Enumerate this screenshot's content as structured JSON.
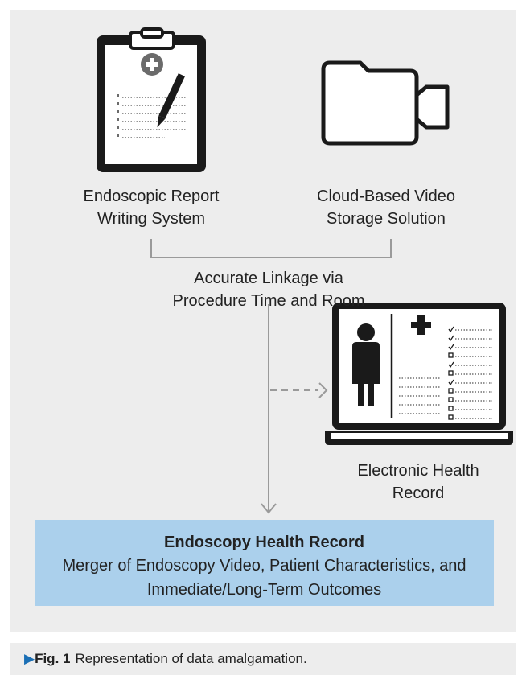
{
  "nodes": {
    "report": {
      "line1": "Endoscopic Report",
      "line2": "Writing System"
    },
    "video": {
      "line1": "Cloud-Based Video",
      "line2": "Storage Solution"
    },
    "linkage": {
      "line1": "Accurate Linkage via",
      "line2": "Procedure Time and Room"
    },
    "ehr": {
      "line1": "Electronic Health",
      "line2": "Record"
    }
  },
  "result_box": {
    "title": "Endoscopy Health Record",
    "line1": "Merger of Endoscopy Video, Patient Characteristics, and",
    "line2": "Immediate/Long-Term Outcomes"
  },
  "caption": {
    "marker": "▶",
    "figure": "Fig. 1",
    "text": "Representation of data amalgamation."
  },
  "colors": {
    "panel": "#ededed",
    "result_box": "#abd0ec",
    "connector": "#9a9a9a",
    "icon": "#1a1a1a",
    "caption_marker": "#1a6fb5"
  },
  "icons": [
    "clipboard-icon",
    "video-camera-icon",
    "laptop-patient-record-icon"
  ]
}
